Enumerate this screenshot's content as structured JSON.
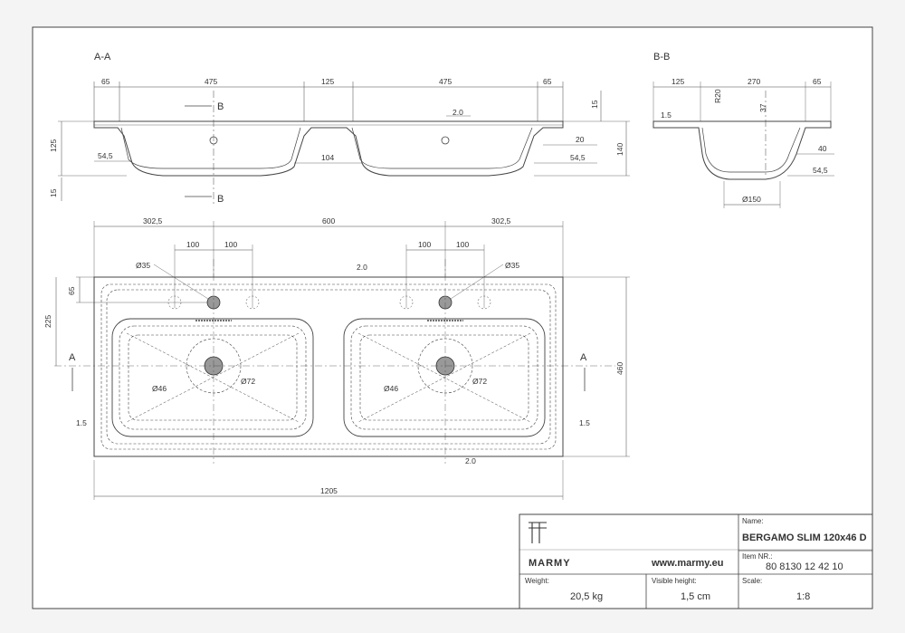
{
  "views": {
    "section_aa": {
      "title": "A-A",
      "dims_top": [
        "65",
        "475",
        "125",
        "475",
        "65"
      ],
      "height_125": "125",
      "depth_15": "15",
      "d_545_left": "54,5",
      "d_104": "104",
      "d_545_right": "54,5",
      "d_20": "20",
      "d_140": "140",
      "d_15_right": "15",
      "slope": "2.0",
      "cut_label": "B"
    },
    "section_bb": {
      "title": "B-B",
      "dims_top": [
        "125",
        "270",
        "65"
      ],
      "r20": "R20",
      "d_37": "37",
      "d_15": "1.5",
      "d_40": "40",
      "d_545": "54,5",
      "d_150": "Ø150"
    },
    "plan": {
      "dims_top": [
        "302,5",
        "600",
        "302,5"
      ],
      "hole_spacing": [
        "100",
        "100",
        "100",
        "100"
      ],
      "d_65": "65",
      "d_225": "225",
      "d_460": "460",
      "d_1205": "1205",
      "tap_hole": "Ø35",
      "drain_outer": "Ø72",
      "drain_inner": "Ø46",
      "slope_top": "2.0",
      "slope_bottom": "2.0",
      "edge_left": "1.5",
      "edge_right": "1.5",
      "cut_label": "A"
    }
  },
  "title_block": {
    "brand": "MARMY",
    "website": "www.marmy.eu",
    "name_label": "Name:",
    "name_value": "BERGAMO SLIM 120x46 D",
    "item_label": "Item NR.:",
    "item_value": "80 8130 12 42 10",
    "weight_label": "Weight:",
    "weight_value": "20,5 kg",
    "visible_label": "Visible height:",
    "visible_value": "1,5 cm",
    "scale_label": "Scale:",
    "scale_value": "1:8"
  }
}
